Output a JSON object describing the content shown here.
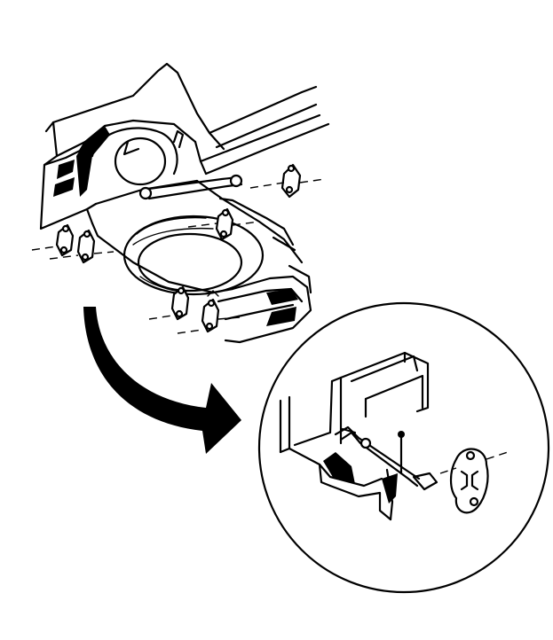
{
  "figure": {
    "ink_color": "#000000",
    "paper_color": "#ffffff",
    "parts": [
      "vehicle-underbody",
      "spare-tire-well",
      "exhaust-hangers",
      "direction-arrow",
      "detail-magnifier-circle",
      "hanger-bracket-detail"
    ]
  }
}
